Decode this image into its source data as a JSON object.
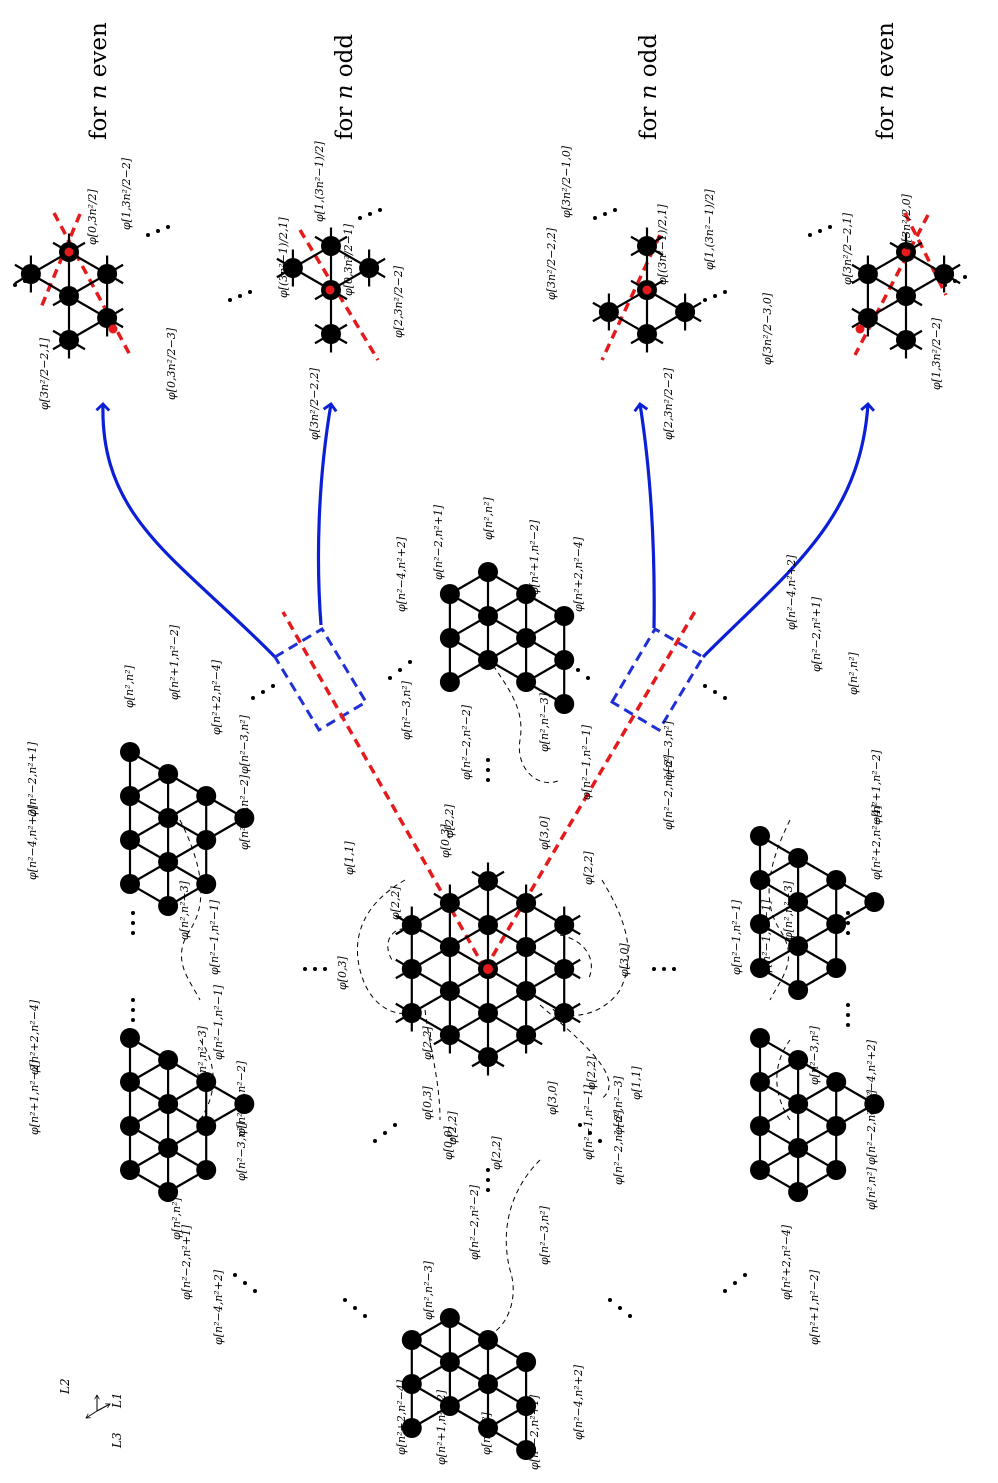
{
  "titles": [
    {
      "prefix": "for ",
      "var": "n",
      "suffix": " even"
    },
    {
      "prefix": "for ",
      "var": "n",
      "suffix": " odd"
    },
    {
      "prefix": "for ",
      "var": "n",
      "suffix": " odd"
    },
    {
      "prefix": "for ",
      "var": "n",
      "suffix": " even"
    }
  ],
  "axes": {
    "l1": "L1",
    "l2": "L2",
    "l3": "L3"
  },
  "labels": {
    "t1": [
      "φ[0,3n²/2]",
      "φ[1,3n²/2−2]",
      "φ[3n²/2−2,1]",
      "φ[0,3n²/2−3]"
    ],
    "t2": [
      "φ[(3n²−1)/2,1]",
      "φ[1,(3n²−1)/2]",
      "φ[0,3n²/2−1]",
      "φ[2,3n²/2−2]",
      "φ[3n²/2−2,2]"
    ],
    "t3": [
      "φ[(3n²−1)/2,1]",
      "φ[1,(3n²−1)/2]",
      "φ[3n²/2−1,0]",
      "φ[3n²/2−2,2]",
      "φ[2,3n²/2−2]"
    ],
    "t4": [
      "φ[3n²/2−2,1]",
      "φ[3n²/2,0]",
      "φ[3n²/2−3,0]",
      "φ[1,3n²/2−2]"
    ],
    "top": [
      "φ[n²−4,n²+2]",
      "φ[n²−2,n²+1]",
      "φ[n²,n²]",
      "φ[n²+1,n²−2]",
      "φ[n²+2,n²−4]",
      "φ[n²−3,n²]",
      "φ[n²−2,n²−2]",
      "φ[n²,n²−3]",
      "φ[n²−1,n²−1]"
    ],
    "ul": [
      "φ[n²+1,n²−2]",
      "φ[n²+2,n²−4]",
      "φ[n²,n²]",
      "φ[n²−3,n²]",
      "φ[n²−2,n²−2]",
      "φ[n²−2,n²+1]",
      "φ[n²−4,n²+2]",
      "φ[n²,n²−3]",
      "φ[n²−1,n²−1]"
    ],
    "ur": [
      "φ[n²−4,n²+2]",
      "φ[n²−2,n²+1]",
      "φ[n²,n²]",
      "φ[n²−3,n²]",
      "φ[n²−2,n²−2]",
      "φ[n²+1,n²−2]",
      "φ[n²+2,n²−4]",
      "φ[n²,n²−3]",
      "φ[n²−1,n²−1]"
    ],
    "center": [
      "φ[1,1]",
      "φ[2,2]",
      "φ[0,3]",
      "φ[2,2]",
      "φ[3,0]",
      "φ[2,2]",
      "φ[0,3]",
      "φ[3,0]",
      "φ[2,2]",
      "φ[0,3]",
      "φ[2,2]",
      "φ[3,0]",
      "φ[2,2]",
      "φ[1,1]",
      "φ[0,0]",
      "φ[2,2]"
    ],
    "ll": [
      "φ[n²+2,n²−4]",
      "φ[n²+1,n²−2]",
      "φ[n²−2,n²−2]",
      "φ[n²−3,n²]",
      "φ[n²,n²]",
      "φ[n²−2,n²+1]",
      "φ[n²−4,n²+2]",
      "φ[n²,n²−3]",
      "φ[n²−1,n²−1]"
    ],
    "lr": [
      "φ[n²−4,n²+2]",
      "φ[n²−2,n²+1]",
      "φ[n²,n²]",
      "φ[n²,n²−3]",
      "φ[n²−2,n²−2]",
      "φ[n²+1,n²−2]",
      "φ[n²+2,n²−4]",
      "φ[n²−3,n²]",
      "φ[n²−1,n²−1]"
    ],
    "bottom": [
      "φ[n²+2,n²−4]",
      "φ[n²+1,n²−2]",
      "φ[n²,n²]",
      "φ[n²−2,n²+1]",
      "φ[n²−4,n²+2]",
      "φ[n²,n²−3]",
      "φ[n²−2,n²−2]",
      "φ[n²−3,n²]",
      "φ[n²−1,n²−1]"
    ]
  },
  "colors": {
    "ink": "#000000",
    "symmetry_axis": "#e41a1c",
    "zoom_arrow": "#0a1fd6",
    "zoom_box": "#1f2fd6"
  }
}
